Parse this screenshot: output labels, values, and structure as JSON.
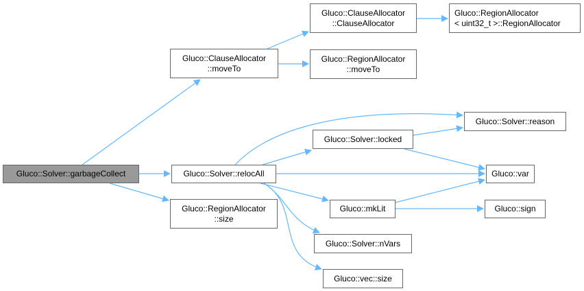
{
  "graph": {
    "edge_color": "#63b8ff",
    "root_fill": "#999999",
    "node_border": "#666666",
    "nodes": {
      "garbageCollect": {
        "lines": [
          "Gluco::Solver::garbageCollect"
        ]
      },
      "clauseMoveTo": {
        "lines": [
          "Gluco::ClauseAllocator",
          "::moveTo"
        ]
      },
      "clauseCtor": {
        "lines": [
          "Gluco::ClauseAllocator",
          "::ClauseAllocator"
        ]
      },
      "regionCtor": {
        "lines": [
          "Gluco::RegionAllocator",
          "< uint32_t >::RegionAllocator"
        ]
      },
      "regionMoveTo": {
        "lines": [
          "Gluco::RegionAllocator",
          "::moveTo"
        ]
      },
      "relocAll": {
        "lines": [
          "Gluco::Solver::relocAll"
        ]
      },
      "regionSize": {
        "lines": [
          "Gluco::RegionAllocator",
          "::size"
        ]
      },
      "reason": {
        "lines": [
          "Gluco::Solver::reason"
        ]
      },
      "locked": {
        "lines": [
          "Gluco::Solver::locked"
        ]
      },
      "var": {
        "lines": [
          "Gluco::var"
        ]
      },
      "mkLit": {
        "lines": [
          "Gluco::mkLit"
        ]
      },
      "sign": {
        "lines": [
          "Gluco::sign"
        ]
      },
      "nVars": {
        "lines": [
          "Gluco::Solver::nVars"
        ]
      },
      "vecSize": {
        "lines": [
          "Gluco::vec::size"
        ]
      }
    },
    "edges": [
      [
        "garbageCollect",
        "clauseMoveTo"
      ],
      [
        "garbageCollect",
        "relocAll"
      ],
      [
        "garbageCollect",
        "regionSize"
      ],
      [
        "clauseMoveTo",
        "clauseCtor"
      ],
      [
        "clauseMoveTo",
        "regionMoveTo"
      ],
      [
        "clauseCtor",
        "regionCtor"
      ],
      [
        "relocAll",
        "reason"
      ],
      [
        "relocAll",
        "locked"
      ],
      [
        "relocAll",
        "var"
      ],
      [
        "relocAll",
        "mkLit"
      ],
      [
        "relocAll",
        "nVars"
      ],
      [
        "relocAll",
        "vecSize"
      ],
      [
        "locked",
        "reason"
      ],
      [
        "locked",
        "var"
      ],
      [
        "mkLit",
        "var"
      ],
      [
        "mkLit",
        "sign"
      ]
    ]
  }
}
